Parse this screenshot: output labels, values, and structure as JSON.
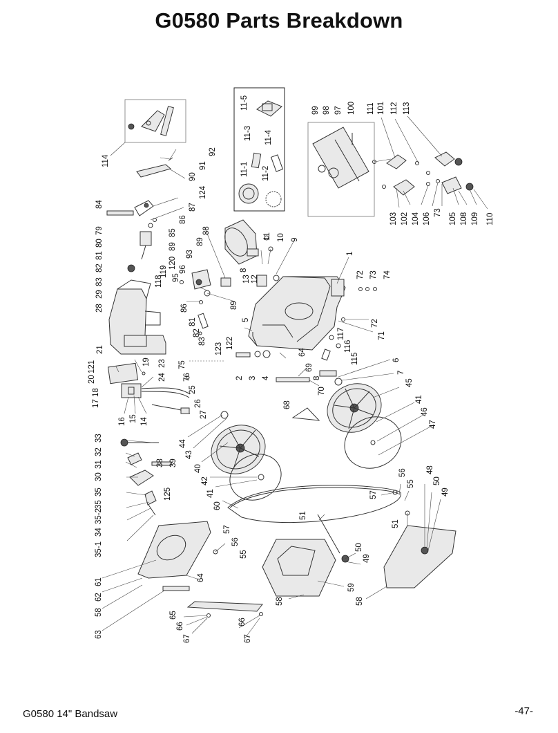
{
  "page": {
    "title": "G0580 Parts Breakdown",
    "footer_left": "G0580 14\" Bandsaw",
    "footer_right": "-47-"
  },
  "callouts": [
    {
      "id": "c114",
      "text": "114"
    },
    {
      "id": "c92",
      "text": "92"
    },
    {
      "id": "c91",
      "text": "91"
    },
    {
      "id": "c90",
      "text": "90"
    },
    {
      "id": "c124",
      "text": "124"
    },
    {
      "id": "c87",
      "text": "87"
    },
    {
      "id": "c86a",
      "text": "86"
    },
    {
      "id": "c85",
      "text": "85"
    },
    {
      "id": "c89a",
      "text": "89"
    },
    {
      "id": "c120",
      "text": "120"
    },
    {
      "id": "c119",
      "text": "119"
    },
    {
      "id": "c118",
      "text": "118"
    },
    {
      "id": "c88",
      "text": "88"
    },
    {
      "id": "c89b",
      "text": "89"
    },
    {
      "id": "c93",
      "text": "93"
    },
    {
      "id": "c96",
      "text": "96"
    },
    {
      "id": "c95",
      "text": "95"
    },
    {
      "id": "c86b",
      "text": "86"
    },
    {
      "id": "c89c",
      "text": "89"
    },
    {
      "id": "c84",
      "text": "84"
    },
    {
      "id": "c79",
      "text": "79"
    },
    {
      "id": "c80",
      "text": "80"
    },
    {
      "id": "c81a",
      "text": "81"
    },
    {
      "id": "c82a",
      "text": "82"
    },
    {
      "id": "c83a",
      "text": "83"
    },
    {
      "id": "c29",
      "text": "29"
    },
    {
      "id": "c28",
      "text": "28"
    },
    {
      "id": "c81b",
      "text": "81"
    },
    {
      "id": "c82b",
      "text": "82"
    },
    {
      "id": "c83b",
      "text": "83"
    },
    {
      "id": "c11-5",
      "text": "11-5"
    },
    {
      "id": "c11-3",
      "text": "11-3"
    },
    {
      "id": "c11-4",
      "text": "11-4"
    },
    {
      "id": "c11-1",
      "text": "11-1"
    },
    {
      "id": "c11-2",
      "text": "11-2"
    },
    {
      "id": "c99",
      "text": "99"
    },
    {
      "id": "c98",
      "text": "98"
    },
    {
      "id": "c97",
      "text": "97"
    },
    {
      "id": "c100",
      "text": "100"
    },
    {
      "id": "c111",
      "text": "111"
    },
    {
      "id": "c101",
      "text": "101"
    },
    {
      "id": "c112",
      "text": "112"
    },
    {
      "id": "c113",
      "text": "113"
    },
    {
      "id": "c103",
      "text": "103"
    },
    {
      "id": "c102",
      "text": "102"
    },
    {
      "id": "c104",
      "text": "104"
    },
    {
      "id": "c106",
      "text": "106"
    },
    {
      "id": "c73a",
      "text": "73"
    },
    {
      "id": "c105",
      "text": "105"
    },
    {
      "id": "c108",
      "text": "108"
    },
    {
      "id": "c109",
      "text": "109"
    },
    {
      "id": "c110",
      "text": "110"
    },
    {
      "id": "c11",
      "text": "11"
    },
    {
      "id": "c10",
      "text": "10"
    },
    {
      "id": "c9",
      "text": "9"
    },
    {
      "id": "c8a",
      "text": "8"
    },
    {
      "id": "c13",
      "text": "13"
    },
    {
      "id": "c12",
      "text": "12"
    },
    {
      "id": "c1",
      "text": "1"
    },
    {
      "id": "c72a",
      "text": "72"
    },
    {
      "id": "c73b",
      "text": "73"
    },
    {
      "id": "c74",
      "text": "74"
    },
    {
      "id": "c72b",
      "text": "72"
    },
    {
      "id": "c71",
      "text": "71"
    },
    {
      "id": "c5",
      "text": "5"
    },
    {
      "id": "c117",
      "text": "117"
    },
    {
      "id": "c116",
      "text": "116"
    },
    {
      "id": "c115",
      "text": "115"
    },
    {
      "id": "c123",
      "text": "123"
    },
    {
      "id": "c122",
      "text": "122"
    },
    {
      "id": "c64a",
      "text": "64"
    },
    {
      "id": "c121",
      "text": "121"
    },
    {
      "id": "c21",
      "text": "21"
    },
    {
      "id": "c20",
      "text": "20"
    },
    {
      "id": "c19",
      "text": "19"
    },
    {
      "id": "c23",
      "text": "23"
    },
    {
      "id": "c24",
      "text": "24"
    },
    {
      "id": "c17",
      "text": "17"
    },
    {
      "id": "c18",
      "text": "18"
    },
    {
      "id": "c16",
      "text": "16"
    },
    {
      "id": "c15",
      "text": "15"
    },
    {
      "id": "c14",
      "text": "14"
    },
    {
      "id": "c75",
      "text": "75"
    },
    {
      "id": "c76",
      "text": "76"
    },
    {
      "id": "c25",
      "text": "25"
    },
    {
      "id": "c26",
      "text": "26"
    },
    {
      "id": "c27",
      "text": "27"
    },
    {
      "id": "c2",
      "text": "2"
    },
    {
      "id": "c3",
      "text": "3"
    },
    {
      "id": "c4",
      "text": "4"
    },
    {
      "id": "c69",
      "text": "69"
    },
    {
      "id": "c8b",
      "text": "8"
    },
    {
      "id": "c70",
      "text": "70"
    },
    {
      "id": "c6",
      "text": "6"
    },
    {
      "id": "c7",
      "text": "7"
    },
    {
      "id": "c45",
      "text": "45"
    },
    {
      "id": "c68",
      "text": "68"
    },
    {
      "id": "c41a",
      "text": "41"
    },
    {
      "id": "c46",
      "text": "46"
    },
    {
      "id": "c47",
      "text": "47"
    },
    {
      "id": "c44",
      "text": "44"
    },
    {
      "id": "c43",
      "text": "43"
    },
    {
      "id": "c40",
      "text": "40"
    },
    {
      "id": "c33",
      "text": "33"
    },
    {
      "id": "c32",
      "text": "32"
    },
    {
      "id": "c31",
      "text": "31"
    },
    {
      "id": "c30",
      "text": "30"
    },
    {
      "id": "c35a",
      "text": "35"
    },
    {
      "id": "c35b",
      "text": "35"
    },
    {
      "id": "c35-2",
      "text": "35-2"
    },
    {
      "id": "c34",
      "text": "34"
    },
    {
      "id": "c35-1",
      "text": "35-1"
    },
    {
      "id": "c38",
      "text": "38"
    },
    {
      "id": "c39",
      "text": "39"
    },
    {
      "id": "c125",
      "text": "125"
    },
    {
      "id": "c42",
      "text": "42"
    },
    {
      "id": "c41b",
      "text": "41"
    },
    {
      "id": "c60",
      "text": "60"
    },
    {
      "id": "c57a",
      "text": "57"
    },
    {
      "id": "c56a",
      "text": "56"
    },
    {
      "id": "c55a",
      "text": "55"
    },
    {
      "id": "c48",
      "text": "48"
    },
    {
      "id": "c50a",
      "text": "50"
    },
    {
      "id": "c49a",
      "text": "49"
    },
    {
      "id": "c51a",
      "text": "51"
    },
    {
      "id": "c51b",
      "text": "51"
    },
    {
      "id": "c57b",
      "text": "57"
    },
    {
      "id": "c56b",
      "text": "56"
    },
    {
      "id": "c55b",
      "text": "55"
    },
    {
      "id": "c50b",
      "text": "50"
    },
    {
      "id": "c49b",
      "text": "49"
    },
    {
      "id": "c61",
      "text": "61"
    },
    {
      "id": "c62",
      "text": "62"
    },
    {
      "id": "c58a",
      "text": "58"
    },
    {
      "id": "c63",
      "text": "63"
    },
    {
      "id": "c64b",
      "text": "64"
    },
    {
      "id": "c59",
      "text": "59"
    },
    {
      "id": "c58b",
      "text": "58"
    },
    {
      "id": "c58c",
      "text": "58"
    },
    {
      "id": "c65",
      "text": "65"
    },
    {
      "id": "c66a",
      "text": "66"
    },
    {
      "id": "c67a",
      "text": "67"
    },
    {
      "id": "c66b",
      "text": "66"
    },
    {
      "id": "c67b",
      "text": "67"
    }
  ]
}
